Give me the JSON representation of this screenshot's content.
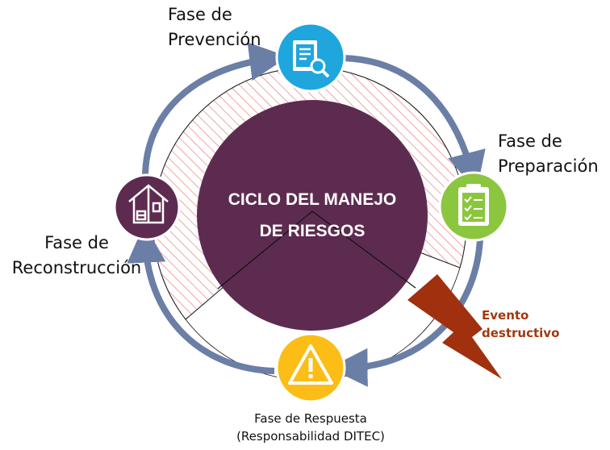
{
  "center": {
    "line1": "CICLO DEL MANEJO",
    "line2": "DE RIESGOS"
  },
  "phases": {
    "prevention": {
      "line1": "Fase de",
      "line2": "Prevención",
      "color": "#1ea6dd",
      "icon": "document-search-icon"
    },
    "preparation": {
      "line1": "Fase de",
      "line2": "Preparación",
      "color": "#8cc63f",
      "icon": "clipboard-checklist-icon"
    },
    "response": {
      "line1": "Fase de Respuesta",
      "line2": "(Responsabilidad  DITEC)",
      "color": "#fbbd16",
      "icon": "warning-triangle-icon"
    },
    "reconstruction": {
      "line1": "Fase de",
      "line2": "Reconstrucción",
      "color": "#5e2b50",
      "icon": "house-construction-icon"
    }
  },
  "event": {
    "line1": "Evento",
    "line2": "destructivo",
    "color": "#a0300e"
  },
  "colors": {
    "arrow": "#6b7ea6",
    "core": "#5e2b50",
    "hatch": "#e86a6a"
  }
}
